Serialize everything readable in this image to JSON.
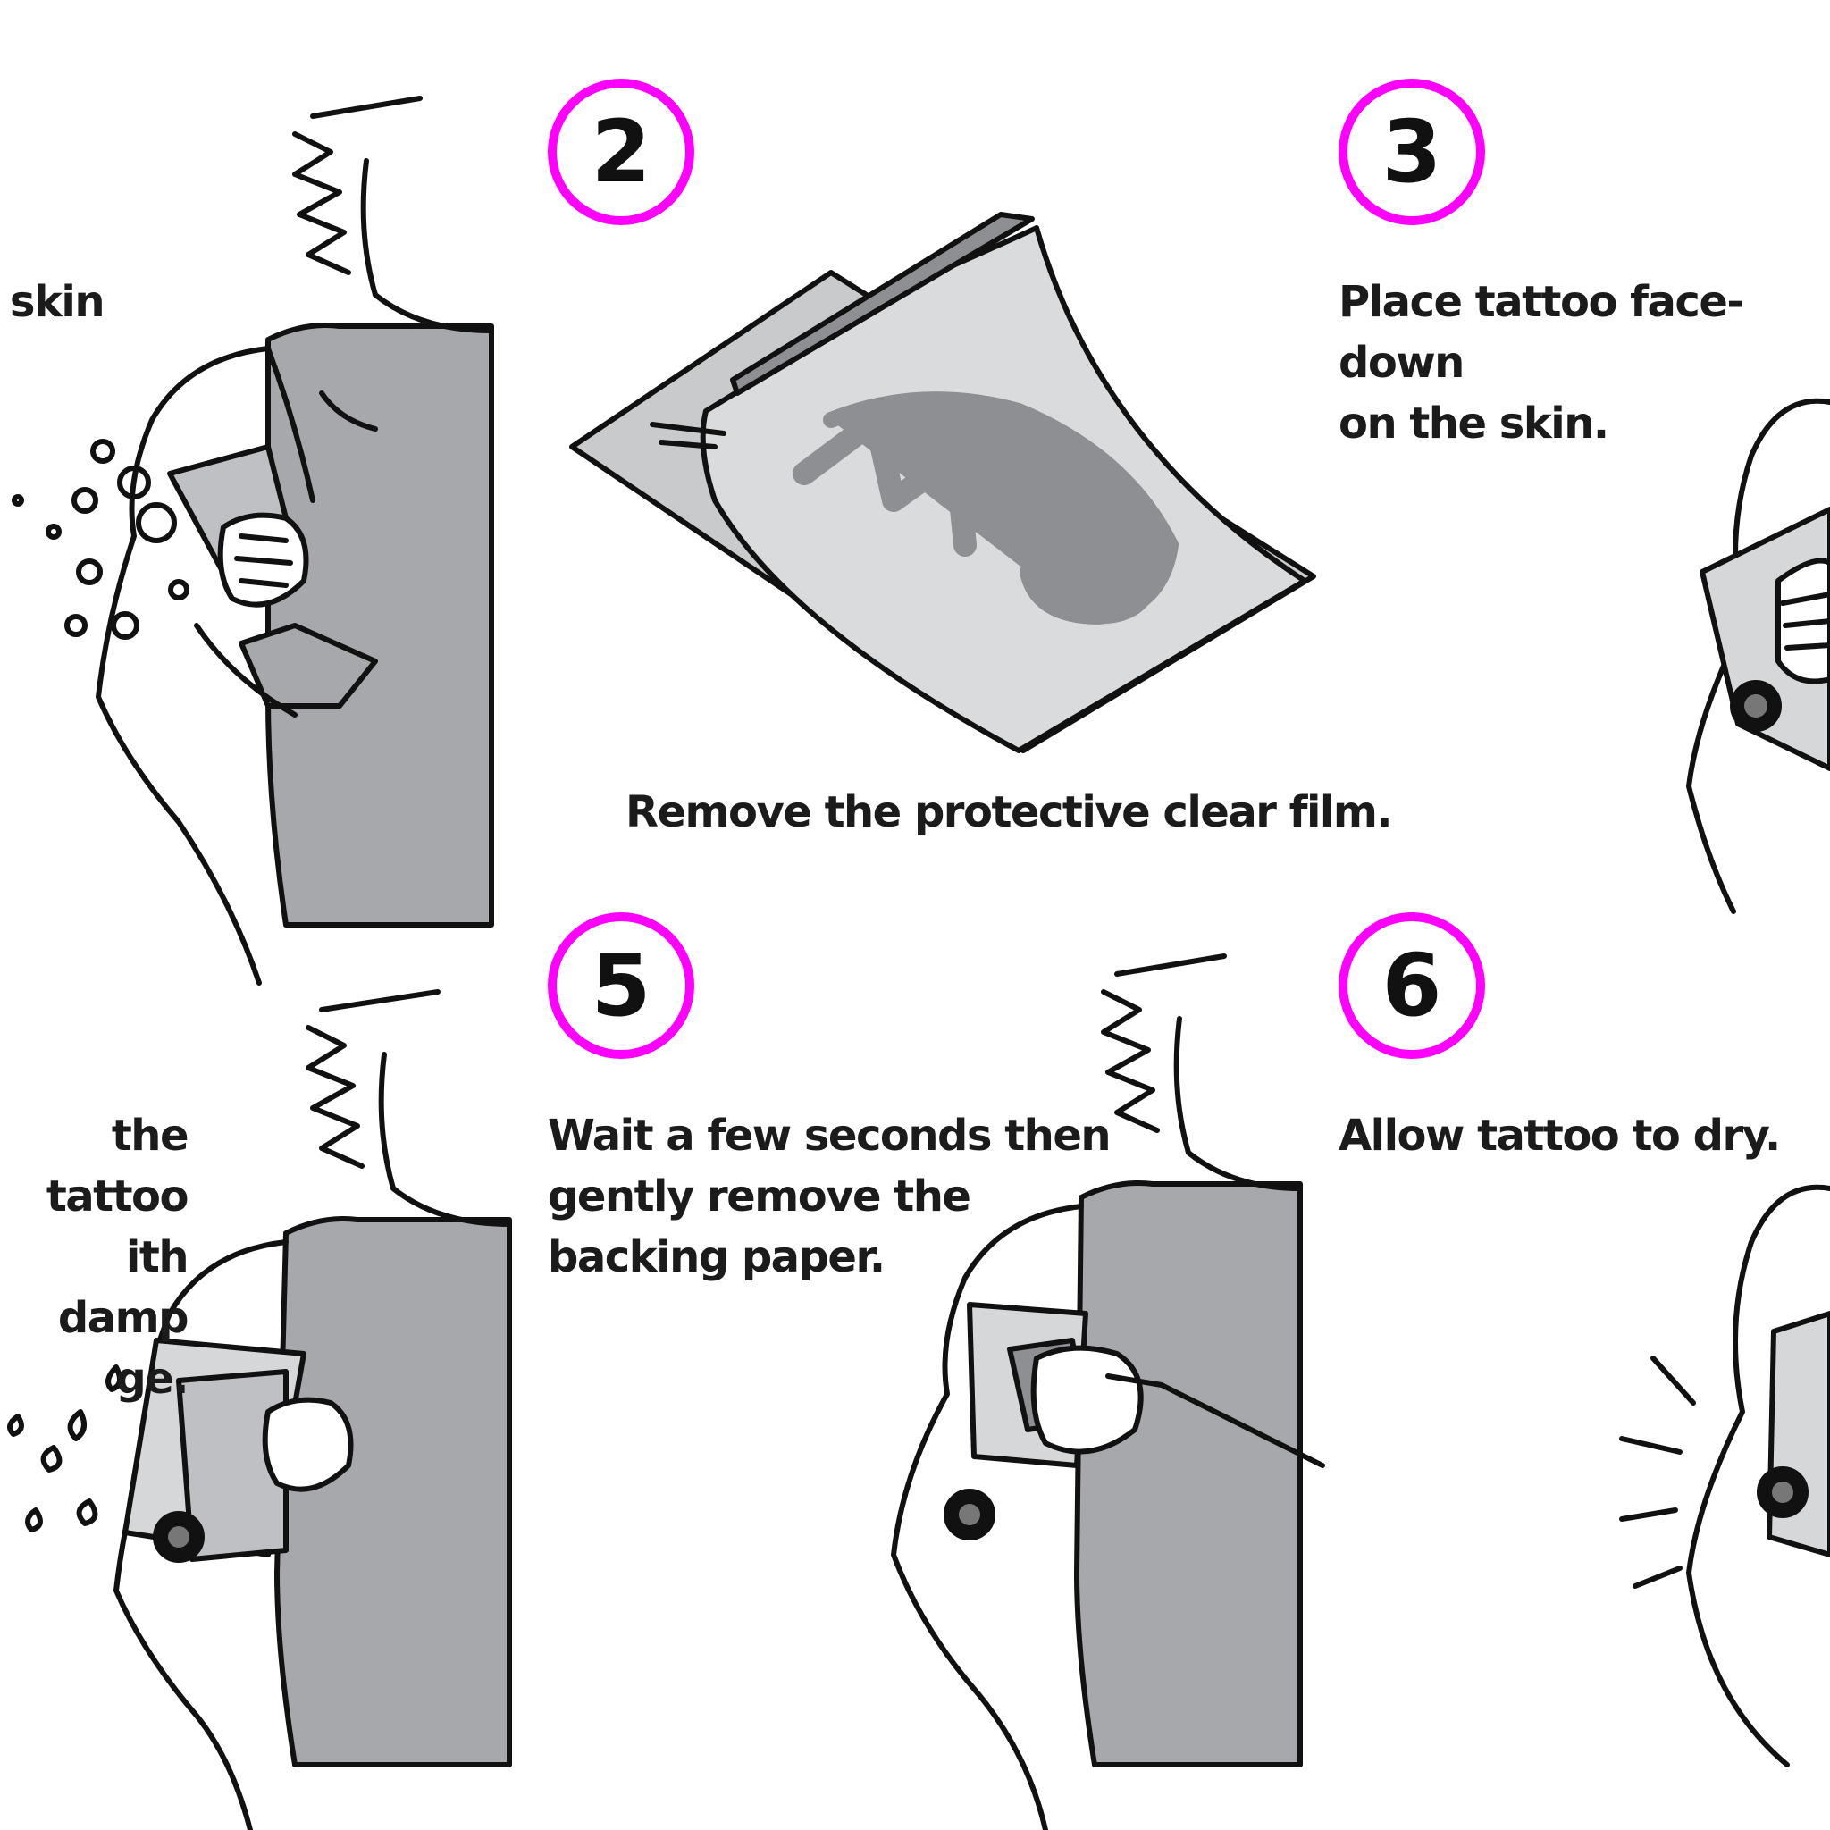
{
  "colors": {
    "badge_ring": "#ff00ff",
    "shirt": "#a7a8ab",
    "ink": "#1b1b1b"
  },
  "steps": [
    {
      "caption": "skin"
    },
    {
      "number": "2",
      "caption": "Remove the protective clear film."
    },
    {
      "number": "3",
      "caption": "Place tattoo face-down\non the skin."
    },
    {
      "caption": "the tattoo\nith damp\nge."
    },
    {
      "number": "5",
      "caption": "Wait a few seconds then\ngently remove the\nbacking paper."
    },
    {
      "number": "6",
      "caption": "Allow tattoo to dry."
    }
  ]
}
